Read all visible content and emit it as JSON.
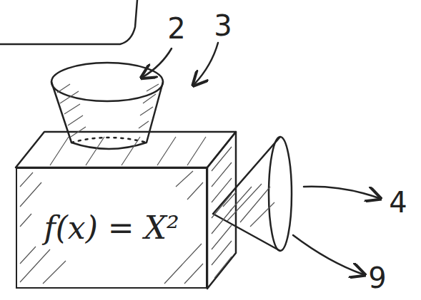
{
  "diagram": {
    "nodes": [
      {
        "text": [
          "f(x) = X²"
        ]
      }
    ],
    "labels": [
      "2",
      "3",
      "4",
      "9"
    ]
  }
}
